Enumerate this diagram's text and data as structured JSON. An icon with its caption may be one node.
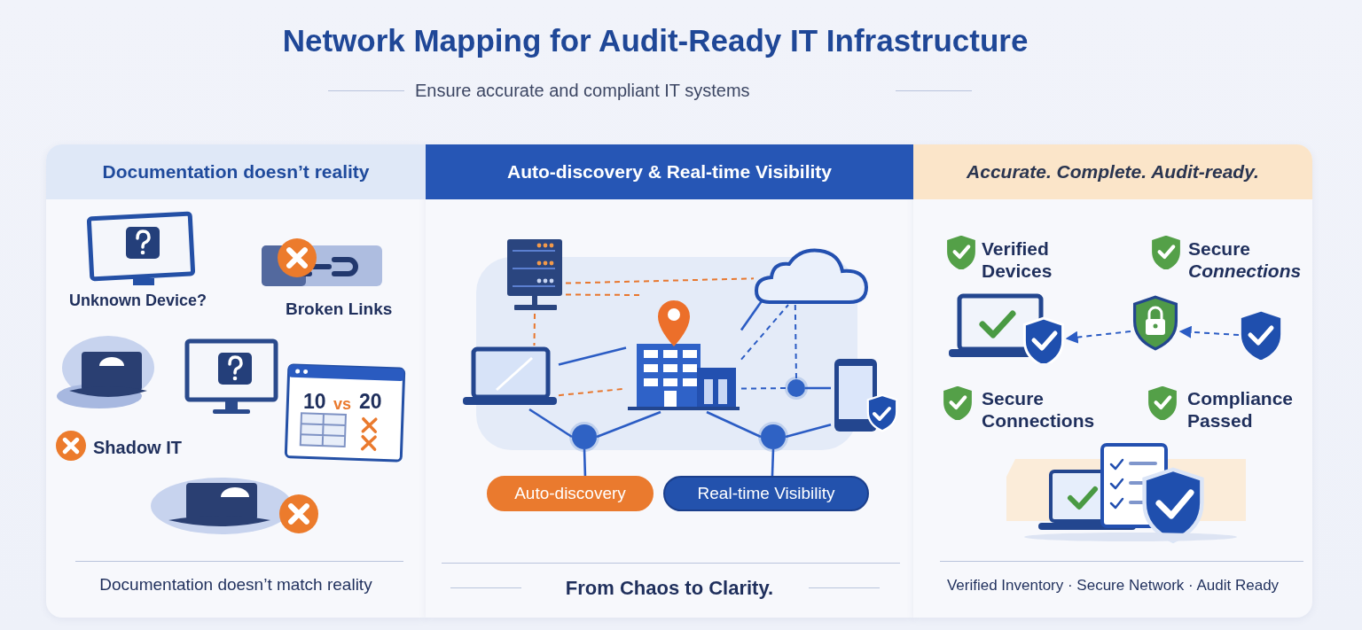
{
  "diagram": {
    "title": "Network Mapping for Audit-Ready IT Infrastructure",
    "nodes": [
      {
        "text": [
          "Documentation doesn’t reality",
          "Documentation doesn’t match reality"
        ]
      },
      {
        "text": [
          "Auto-discovery & Real-time Visibility",
          "From Chaos to Clarity."
        ]
      },
      {
        "text": [
          "Accurate. Complete. Audit-ready.",
          "Verified Inventory · Secure Network · Audit Ready"
        ]
      },
      {
        "text": [],
        "shape": "picture",
        "in": 1
      },
      {
        "text": [],
        "shape": "cloud",
        "in": 1
      },
      {
        "text": [],
        "shape": "picture",
        "in": 1
      },
      {
        "text": [],
        "shape": "picture",
        "in": 1
      },
      {
        "text": [],
        "shape": "picture",
        "in": 1
      },
      {
        "text": [],
        "shape": "circle",
        "in": 1
      },
      {
        "text": [],
        "shape": "circle",
        "in": 1
      },
      {
        "text": [],
        "shape": "circle",
        "in": 1
      },
      {
        "text": [
          "Auto-discovery"
        ],
        "in": 1
      },
      {
        "text": [
          "Real-time Visibility"
        ],
        "in": 1
      },
      {
        "text": [],
        "shape": "picture",
        "in": 2
      },
      {
        "text": [],
        "shape": "picture",
        "in": 2
      },
      {
        "text": [],
        "shape": "picture",
        "in": 2
      }
    ],
    "edges": [
      {
        "from": 3,
        "to": 4,
        "arrow": "none",
        "style": "dashed",
        "color": "#e8772e"
      },
      {
        "from": 3,
        "to": 6,
        "arrow": "none",
        "style": "dashed",
        "color": "#e8772e"
      },
      {
        "from": 3,
        "to": 5,
        "arrow": "none",
        "style": "dashed",
        "color": "#e8772e"
      },
      {
        "from": 5,
        "to": 6,
        "arrow": "none"
      },
      {
        "from": 5,
        "to": 6,
        "arrow": "none",
        "style": "dashed",
        "color": "#e8772e"
      },
      {
        "from": 6,
        "to": 4,
        "arrow": "none"
      },
      {
        "from": 6,
        "to": 4,
        "arrow": "none",
        "style": "dashed"
      },
      {
        "from": 4,
        "to": 8,
        "arrow": "none",
        "style": "dashed"
      },
      {
        "from": 6,
        "to": 8,
        "arrow": "none",
        "style": "dashed"
      },
      {
        "from": 8,
        "to": 7,
        "arrow": "none"
      },
      {
        "from": 5,
        "to": 9,
        "arrow": "none"
      },
      {
        "from": 9,
        "to": 6,
        "arrow": "none"
      },
      {
        "from": 6,
        "to": 10,
        "arrow": "none"
      },
      {
        "from": 10,
        "to": 7,
        "arrow": "none"
      },
      {
        "from": 9,
        "to": 11,
        "arrow": "none"
      },
      {
        "from": 10,
        "to": 12,
        "arrow": "none"
      },
      {
        "from": 14,
        "to": 13,
        "arrow": "to",
        "style": "dashed"
      },
      {
        "from": 15,
        "to": 14,
        "arrow": "to",
        "style": "dashed"
      }
    ],
    "labels": [
      "Ensure accurate and compliant IT systems",
      "Unknown Device?",
      "Broken Links",
      "Shadow IT",
      "10",
      "vs",
      "20",
      "Verified Devices",
      "Secure *Connections*",
      "Secure Connections",
      "Compliance Passed"
    ]
  }
}
